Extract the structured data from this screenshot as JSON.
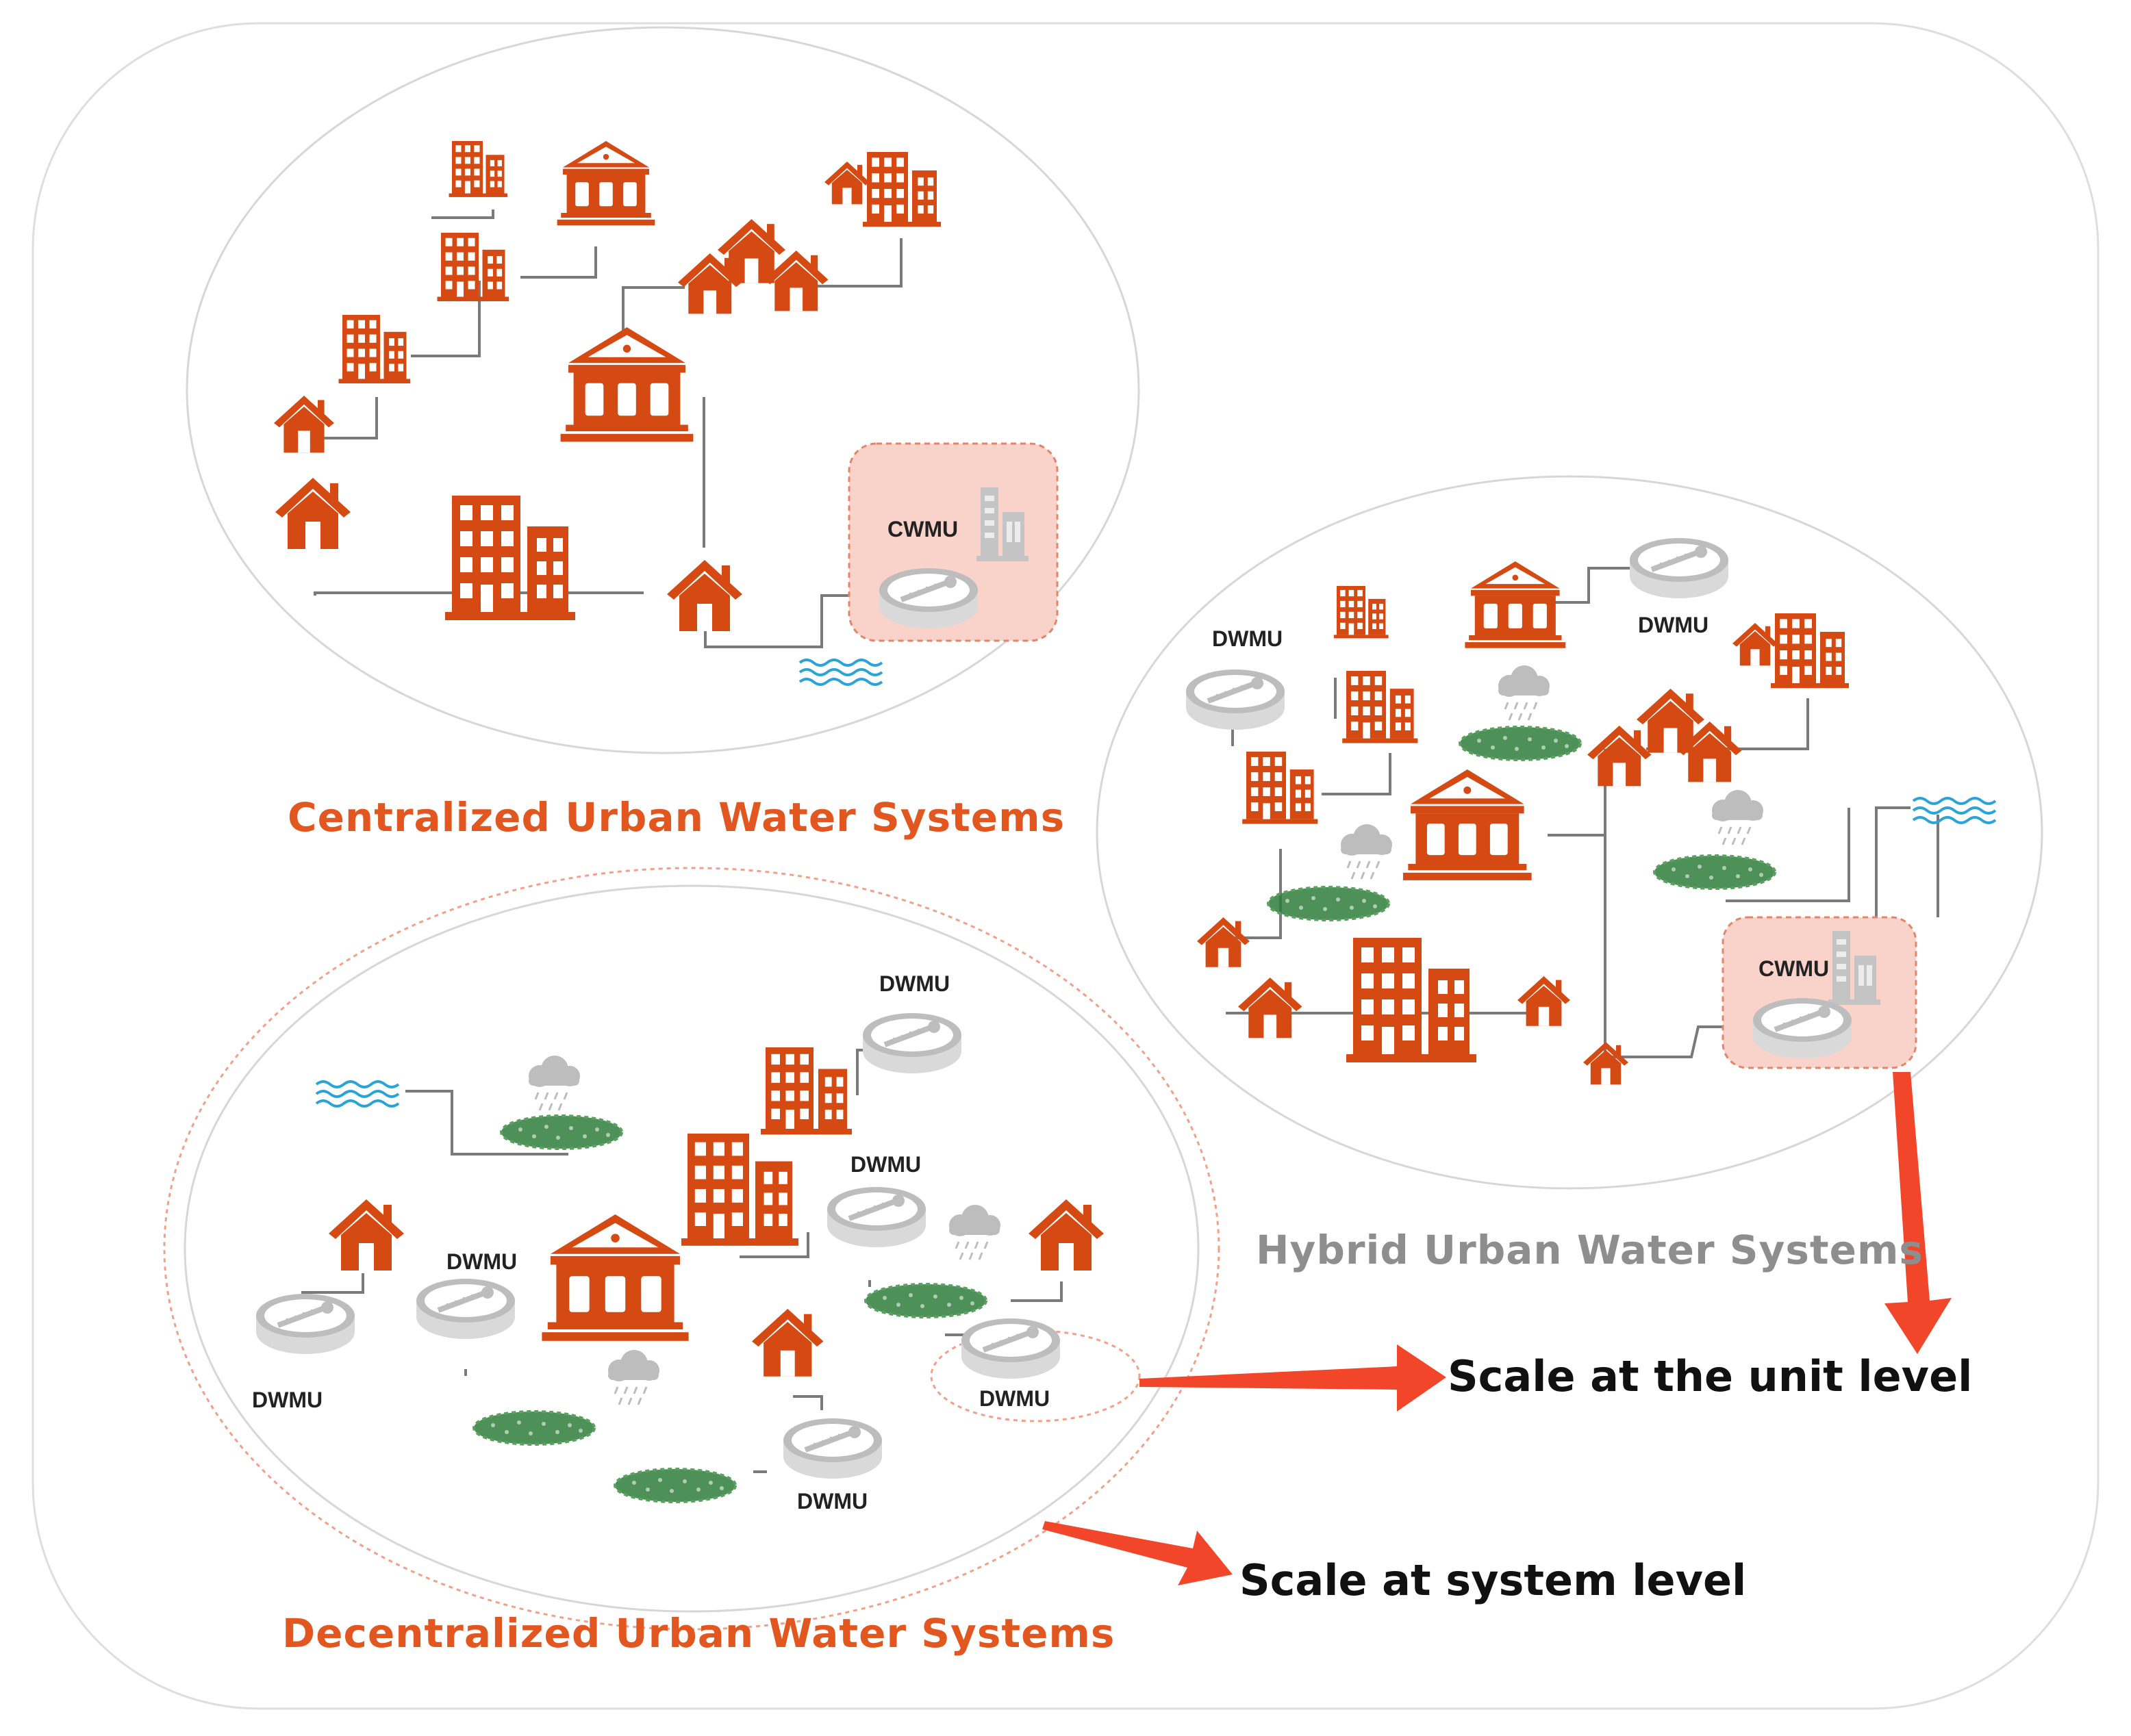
{
  "colors": {
    "building": "#d44a12",
    "treatment_unit": "#cfcfcf",
    "green_area": "#2e7d3b",
    "water": "#2aa3d8",
    "pipe": "#7a7a7a",
    "arrow": "#f2462a",
    "cwmu_box": "#f9d3c9",
    "outline": "#d7d7d7"
  },
  "icons": [
    "apartment-building-icon",
    "civic-building-icon",
    "house-icon",
    "house-cluster-icon",
    "treatment-tank-icon",
    "treatment-plant-icon",
    "rain-cloud-icon",
    "green-area-icon",
    "water-waves-icon",
    "arrow-icon"
  ],
  "centralized": {
    "title": "Centralized Urban Water Systems",
    "cwmu_label": "CWMU"
  },
  "hybrid": {
    "title": "Hybrid Urban Water Systems",
    "cwmu_label": "CWMU",
    "dwmu_labels": [
      "DWMU",
      "DWMU"
    ]
  },
  "decentralized": {
    "title": "Decentralized Urban Water Systems",
    "dwmu_labels": [
      "DWMU",
      "DWMU",
      "DWMU",
      "DWMU",
      "DWMU",
      "DWMU"
    ]
  },
  "annotations": {
    "unit_level": "Scale at the unit level",
    "system_level": "Scale at system level"
  }
}
